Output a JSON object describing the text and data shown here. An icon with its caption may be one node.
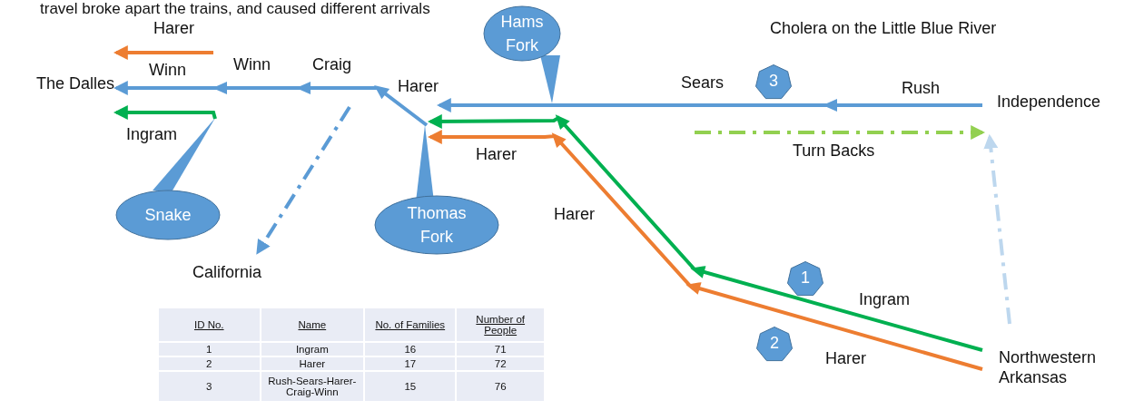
{
  "diagram": {
    "nodes": [
      {
        "text": [
          "Hams Fork"
        ]
      },
      {
        "text": [
          "The Dalles"
        ]
      },
      {
        "text": [
          "3"
        ]
      },
      {
        "text": [
          "Independence"
        ]
      },
      {
        "text": [
          "Snake"
        ]
      },
      {
        "text": [
          "Thomas Fork"
        ]
      },
      {
        "text": [
          "California"
        ]
      },
      {
        "text": [
          "1"
        ]
      },
      {
        "text": [
          "2"
        ]
      },
      {
        "text": [
          "Northwestern Arkansas"
        ]
      }
    ],
    "edges": [
      {
        "from": 3,
        "to": 5,
        "arrow": "to",
        "label": "Sears"
      },
      {
        "from": 5,
        "to": 1,
        "arrow": "to",
        "label": "Harer"
      },
      {
        "from": null,
        "to": 1,
        "arrow": "to",
        "label": "Harer",
        "color": "#ed7d31"
      },
      {
        "from": 4,
        "to": 1,
        "arrow": "to",
        "label": "Ingram",
        "color": "#00b050"
      },
      {
        "from": 9,
        "to": 5,
        "arrow": "to",
        "label": "Ingram",
        "color": "#00b050"
      },
      {
        "from": 9,
        "to": 5,
        "arrow": "to",
        "label": "Harer",
        "color": "#ed7d31"
      },
      {
        "from": null,
        "to": 3,
        "arrow": "to",
        "label": "Turn Backs",
        "style": "dashed",
        "color": "#92d050"
      },
      {
        "from": null,
        "to": 3,
        "arrow": "to",
        "style": "dashed",
        "color": "#bdd7ee"
      },
      {
        "from": null,
        "to": 6,
        "arrow": "to",
        "style": "dashed"
      }
    ],
    "labels": [
      "travel broke apart the trains, and caused different arrivals",
      "Cholera on the Little Blue River",
      "Winn",
      "Winn",
      "Craig",
      "Rush",
      "Harer",
      "Harer",
      "ID No.",
      "Name",
      "No. of Families",
      "Number of People",
      "1",
      "Ingram",
      "16",
      "71",
      "2",
      "Harer",
      "17",
      "72",
      "3",
      "Rush-Sears-Harer-Craig-Winn",
      "15",
      "76"
    ]
  }
}
